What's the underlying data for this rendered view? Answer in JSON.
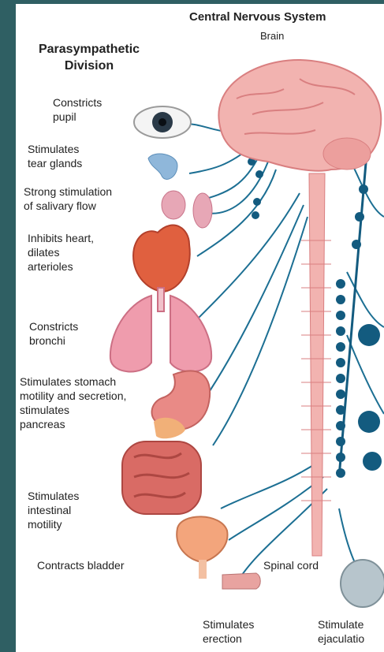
{
  "title": "Central Nervous System",
  "brain_label": "Brain",
  "division": "Parasympathetic\nDivision",
  "spinal_label": "Spinal cord",
  "effects": [
    "Constricts\npupil",
    "Stimulates\ntear glands",
    "Strong stimulation\nof salivary flow",
    "Inhibits heart,\ndilates\narterioles",
    "Constricts\nbronchi",
    "Stimulates stomach\nmotility and secretion,\nstimulates\npancreas",
    "Stimulates\nintestinal\nmotility",
    "Contracts bladder",
    "Stimulates\nerection",
    "Stimulate\nejaculatio"
  ],
  "colors": {
    "background": "#2f5f63",
    "nerve": "#1c6f93",
    "ganglion": "#135b7f",
    "cns": "#f2b3b0",
    "cns_dark": "#d97f80"
  }
}
